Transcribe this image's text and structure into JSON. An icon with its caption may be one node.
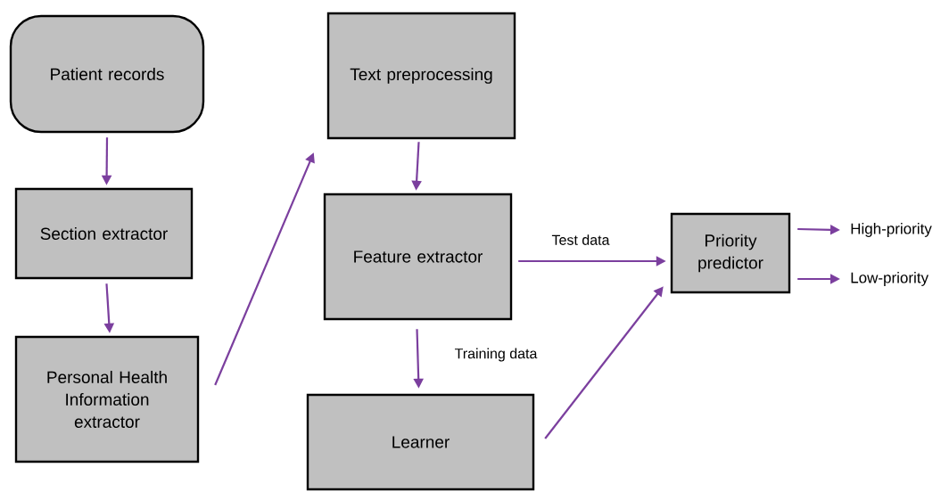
{
  "diagram": {
    "nodes": [
      {
        "text": [
          "Patient records"
        ]
      },
      {
        "text": [
          "Section extractor"
        ]
      },
      {
        "text": [
          "Personal Health Information extractor"
        ]
      },
      {
        "text": [
          "Text preprocessing"
        ]
      },
      {
        "text": [
          "Feature extractor"
        ]
      },
      {
        "text": [
          "Learner"
        ]
      },
      {
        "text": [
          "Priority predictor"
        ]
      },
      {
        "text": [
          "High-priority"
        ]
      },
      {
        "text": [
          "Low-priority"
        ]
      }
    ],
    "edges": [
      {
        "from": 0,
        "to": 1,
        "arrow": "to"
      },
      {
        "from": 1,
        "to": 2,
        "arrow": "to"
      },
      {
        "from": 2,
        "to": 3,
        "arrow": "to"
      },
      {
        "from": 3,
        "to": 4,
        "arrow": "to"
      },
      {
        "from": 4,
        "to": 5,
        "arrow": "to",
        "label": "Training data"
      },
      {
        "from": 4,
        "to": 6,
        "arrow": "to",
        "label": "Test data"
      },
      {
        "from": 5,
        "to": 6,
        "arrow": "to"
      },
      {
        "from": 6,
        "to": 7,
        "arrow": "to"
      },
      {
        "from": 6,
        "to": 8,
        "arrow": "to"
      }
    ]
  }
}
